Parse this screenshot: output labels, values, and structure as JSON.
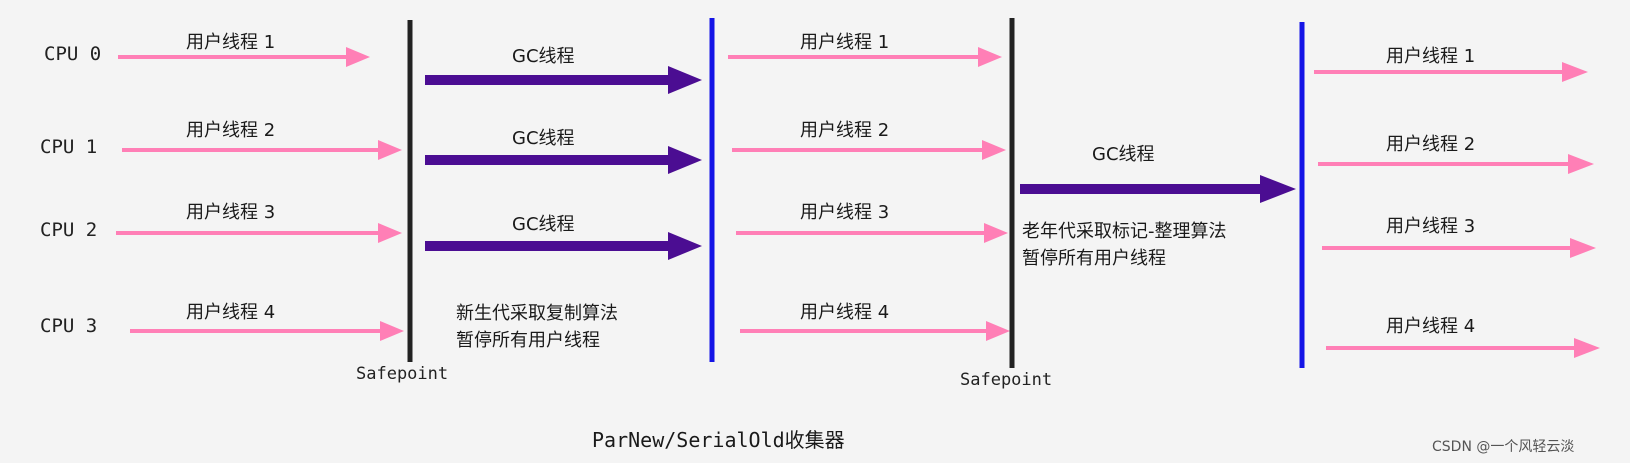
{
  "cpus": [
    "CPU 0",
    "CPU 1",
    "CPU 2",
    "CPU 3"
  ],
  "phases": {
    "user_threads_1": [
      "用户线程 1",
      "用户线程 2",
      "用户线程 3",
      "用户线程 4"
    ],
    "gc_threads_young": [
      "GC线程",
      "GC线程",
      "GC线程"
    ],
    "young_note": [
      "新生代采取复制算法",
      "暂停所有用户线程"
    ],
    "user_threads_2": [
      "用户线程 1",
      "用户线程 2",
      "用户线程 3",
      "用户线程 4"
    ],
    "gc_thread_old": "GC线程",
    "old_note": [
      "老年代采取标记-整理算法",
      "暂停所有用户线程"
    ],
    "user_threads_3": [
      "用户线程 1",
      "用户线程 2",
      "用户线程 3",
      "用户线程 4"
    ]
  },
  "safepoints": [
    "Safepoint",
    "Safepoint"
  ],
  "caption": "ParNew/SerialOld收集器",
  "watermark": "CSDN @一个风轻云淡",
  "colors": {
    "user_thread_arrow": "#ff7fb6",
    "gc_thread_arrow": "#4b0d92",
    "safepoint_line": "#222222",
    "phase_end_line": "#1414e6",
    "background": "#f4f4f4"
  }
}
